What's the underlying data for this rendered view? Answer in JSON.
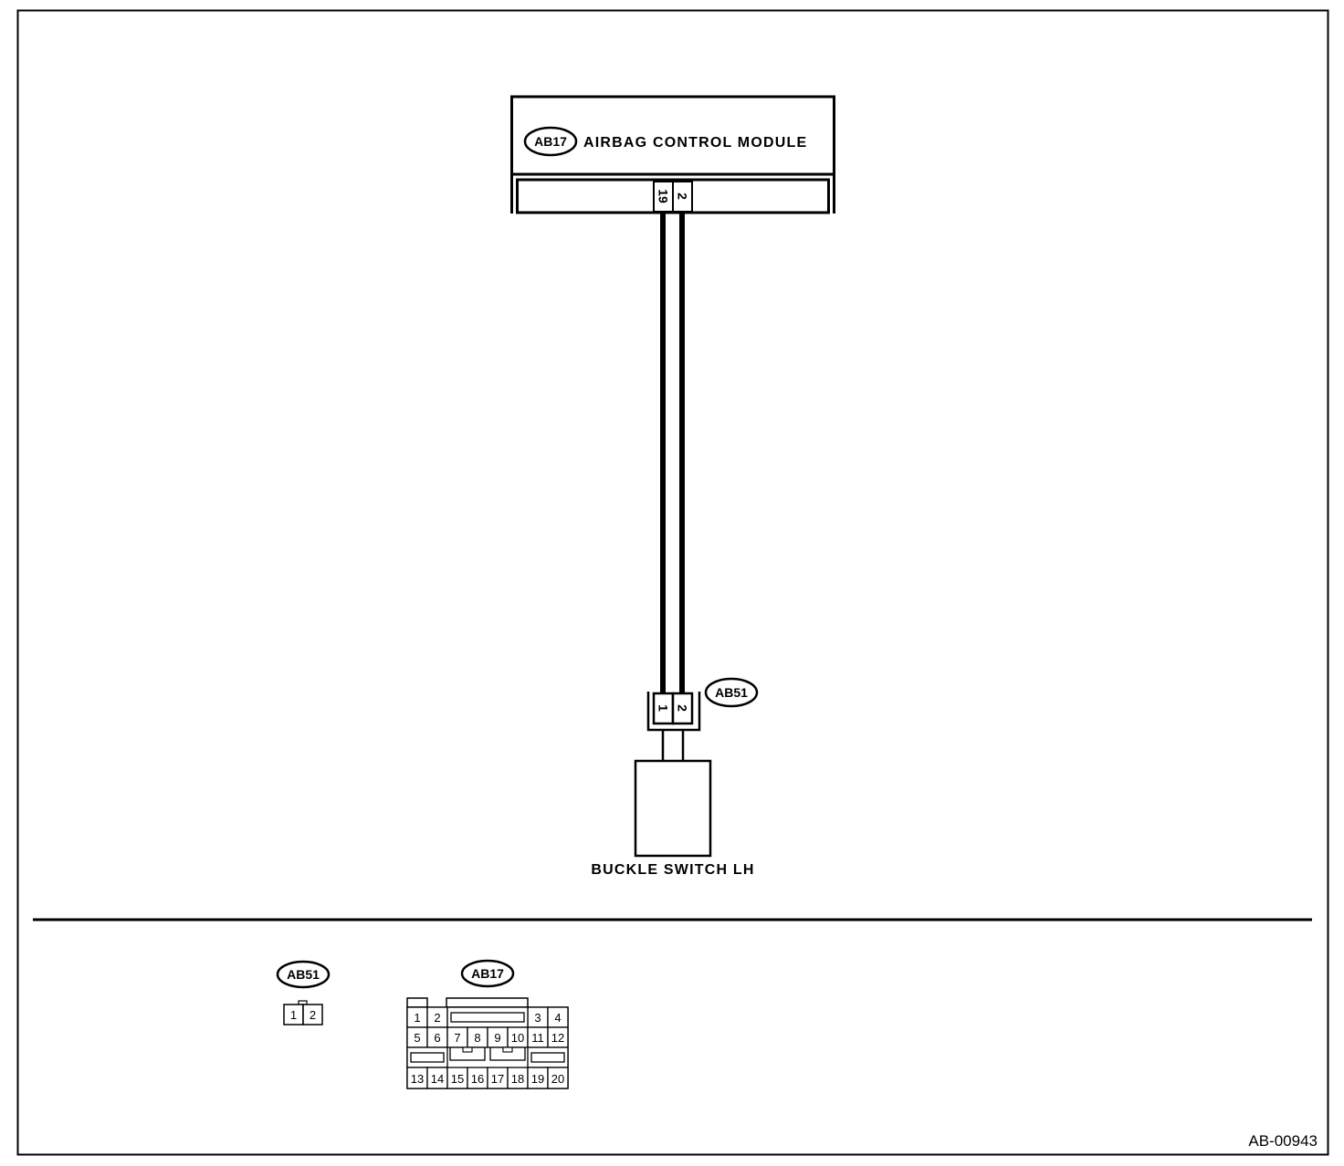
{
  "control_module": {
    "connector": "AB17",
    "label": "AIRBAG CONTROL MODULE",
    "pins": [
      "19",
      "2"
    ]
  },
  "switch_connector": {
    "connector": "AB51",
    "pins": [
      "1",
      "2"
    ]
  },
  "switch": {
    "label": "BUCKLE SWITCH LH"
  },
  "legend": {
    "ab51": {
      "connector": "AB51",
      "pins": [
        "1",
        "2"
      ]
    },
    "ab17": {
      "connector": "AB17",
      "row1": [
        "1",
        "2",
        "3",
        "4"
      ],
      "row2": [
        "5",
        "6",
        "7",
        "8",
        "9",
        "10",
        "11",
        "12"
      ],
      "row4": [
        "13",
        "14",
        "15",
        "16",
        "17",
        "18",
        "19",
        "20"
      ]
    }
  },
  "figure_id": "AB-00943"
}
